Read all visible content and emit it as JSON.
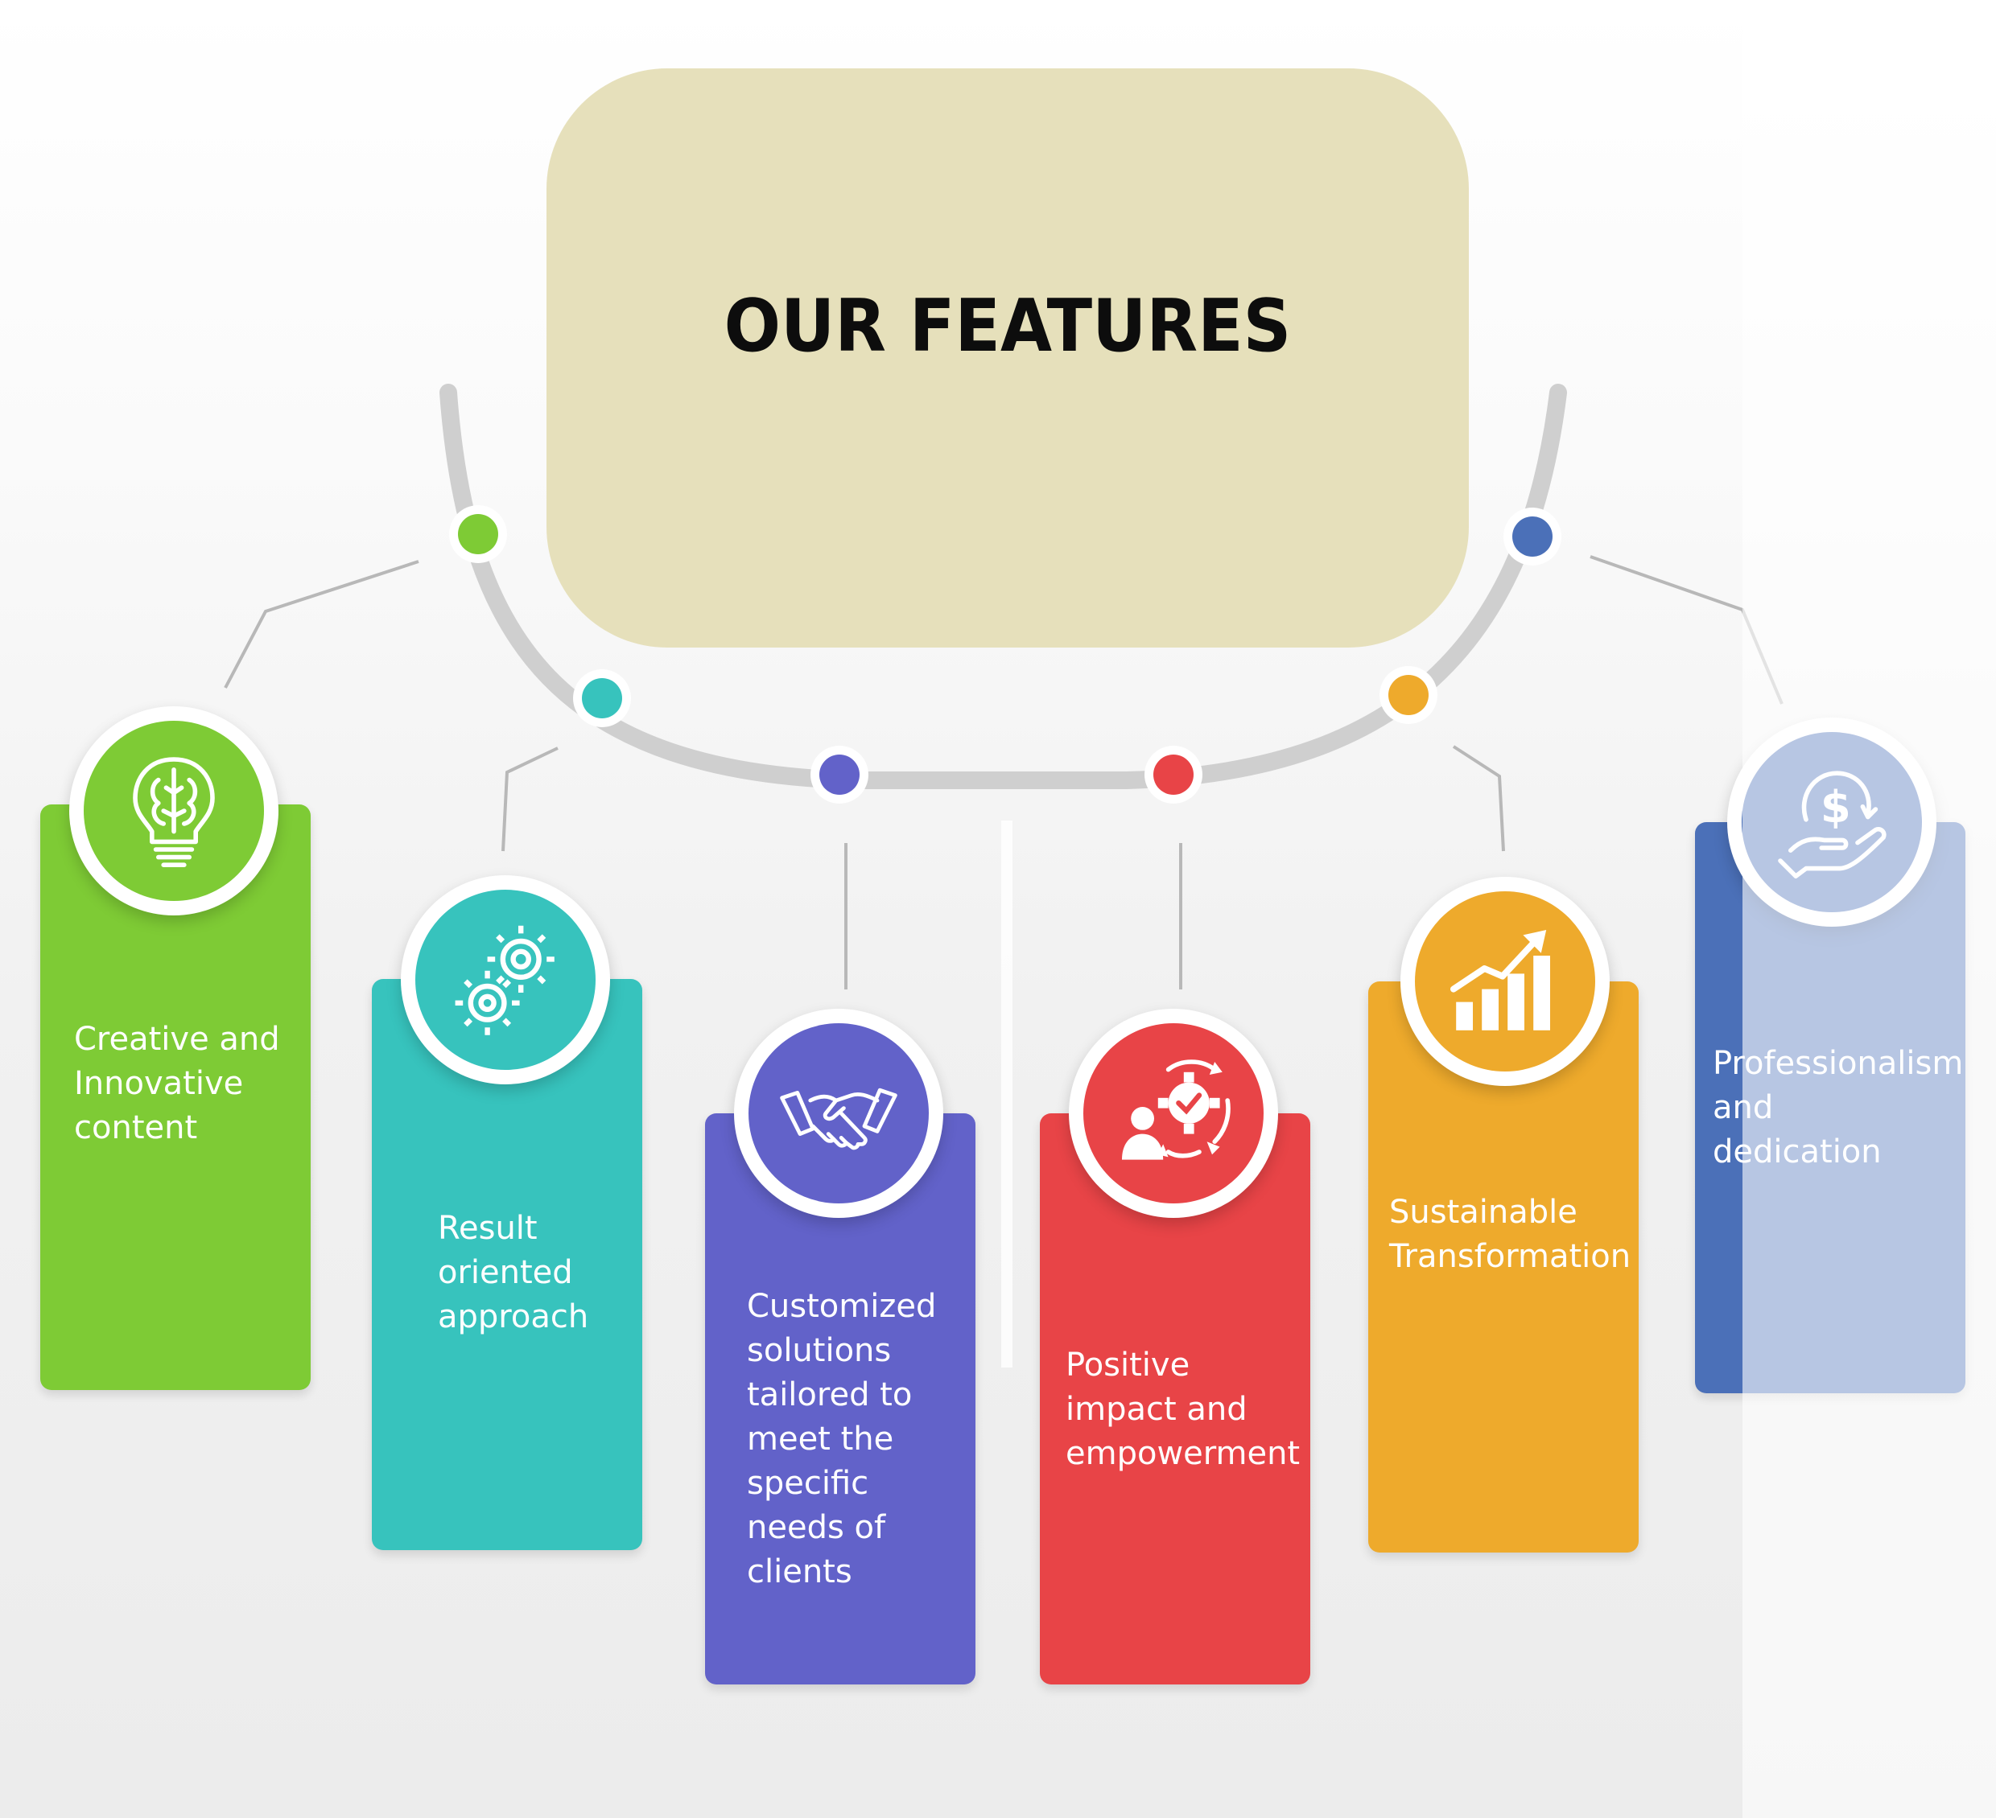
{
  "title": "OUR FEATURES",
  "colors": {
    "title_box": "#e6e0bb",
    "arc": "#cfcfcf",
    "connector": "#b8b8b8"
  },
  "features": [
    {
      "label": "Creative and\nInnovative\ncontent",
      "color": "#7ecb35",
      "icon": "lightbulb-brain-icon"
    },
    {
      "label": "Result\noriented\napproach",
      "color": "#37c3bd",
      "icon": "gears-icon"
    },
    {
      "label": "Customized\nsolutions\ntailored to\nmeet the\nspecific\nneeds of\nclients",
      "color": "#6262c9",
      "icon": "handshake-icon"
    },
    {
      "label": "Positive\nimpact and\nempowerment",
      "color": "#e84447",
      "icon": "person-gear-cycle-icon"
    },
    {
      "label": "Sustainable\nTransformation",
      "color": "#eeaa2c",
      "icon": "growth-chart-icon"
    },
    {
      "label": "Professionalism\n and\ndedication",
      "color": "#4b70b8",
      "icon": "dollar-hand-icon"
    }
  ],
  "dot_colors": [
    "#7ecb35",
    "#37c3bd",
    "#6262c9",
    "#e84447",
    "#eeaa2c",
    "#4b70b8"
  ]
}
